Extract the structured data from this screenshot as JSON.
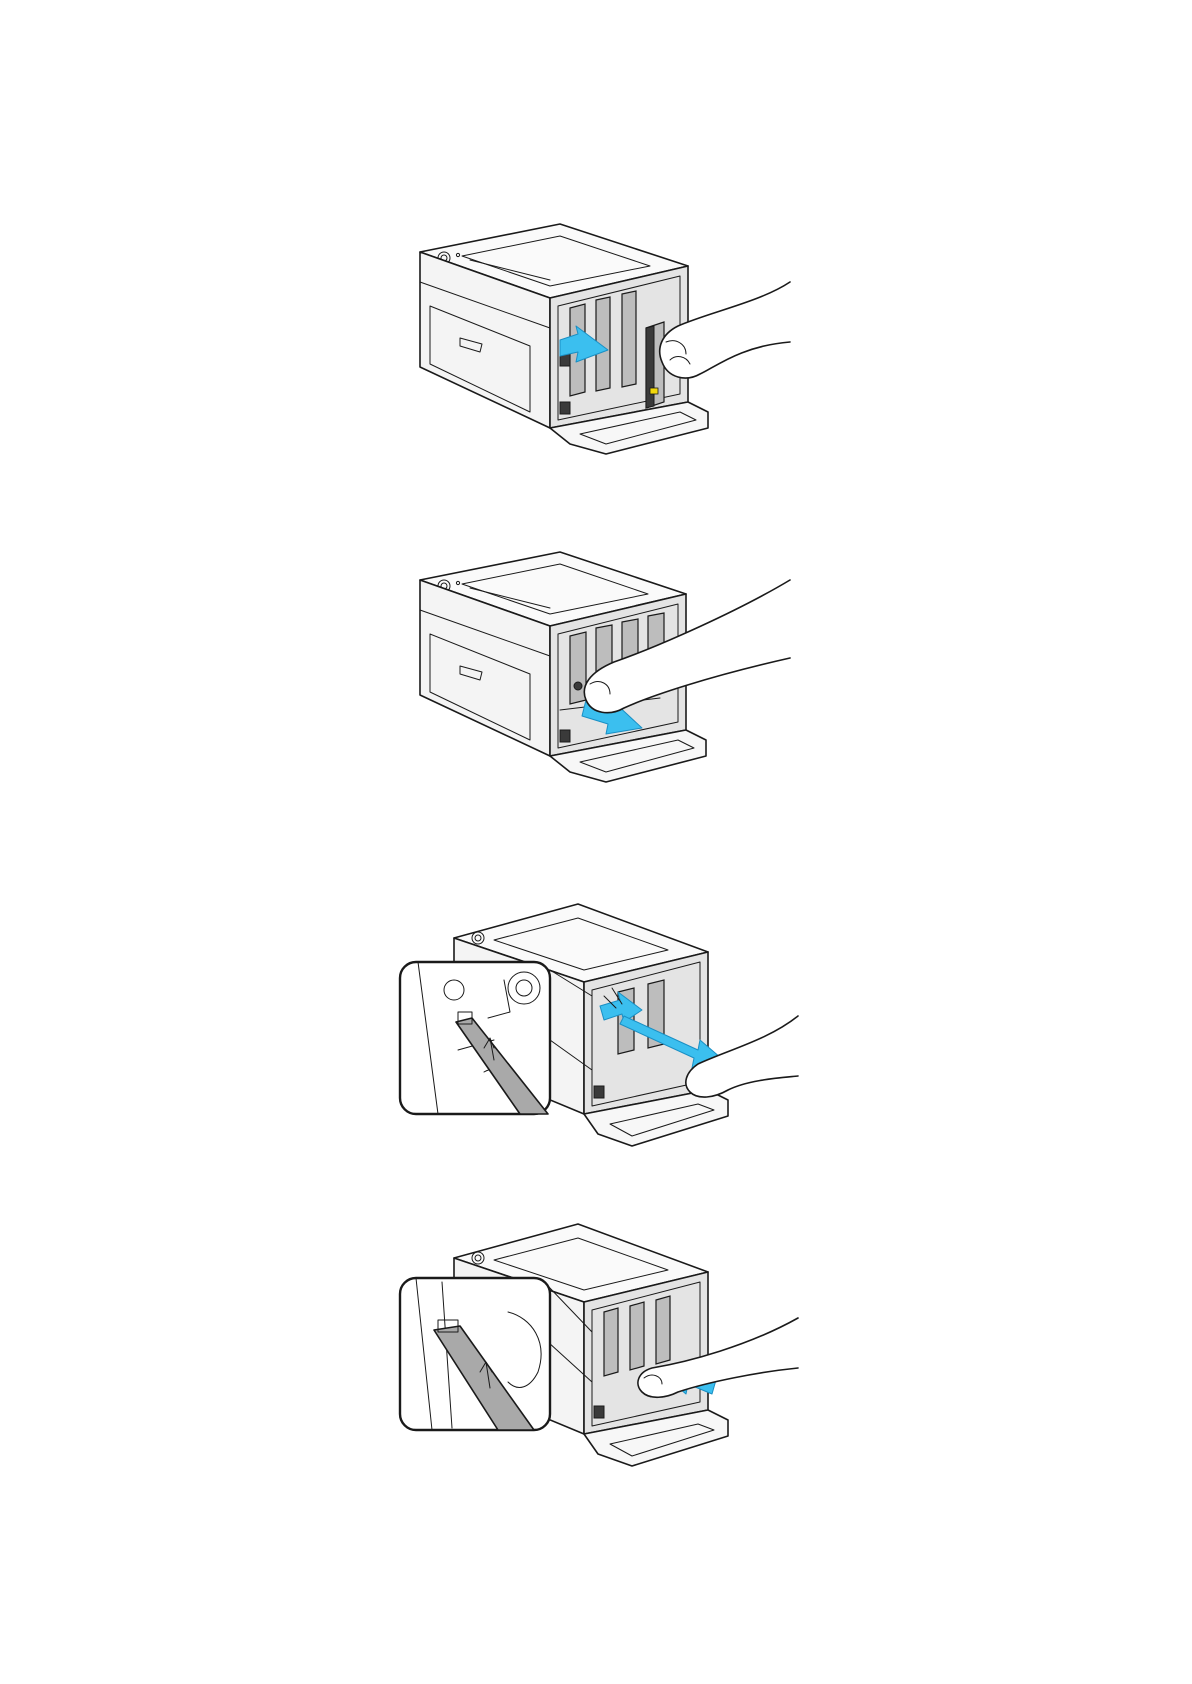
{
  "document": {
    "figures": [
      {
        "icon": "printer-remove-toner-cartridge-illustration"
      },
      {
        "icon": "printer-pull-out-cleaning-rod-illustration"
      },
      {
        "icon": "printer-clean-led-window-illustration"
      },
      {
        "icon": "printer-insert-cleaning-rod-illustration"
      }
    ],
    "colors": {
      "arrow": "#3bbfef",
      "line": "#1a1a1a"
    }
  }
}
